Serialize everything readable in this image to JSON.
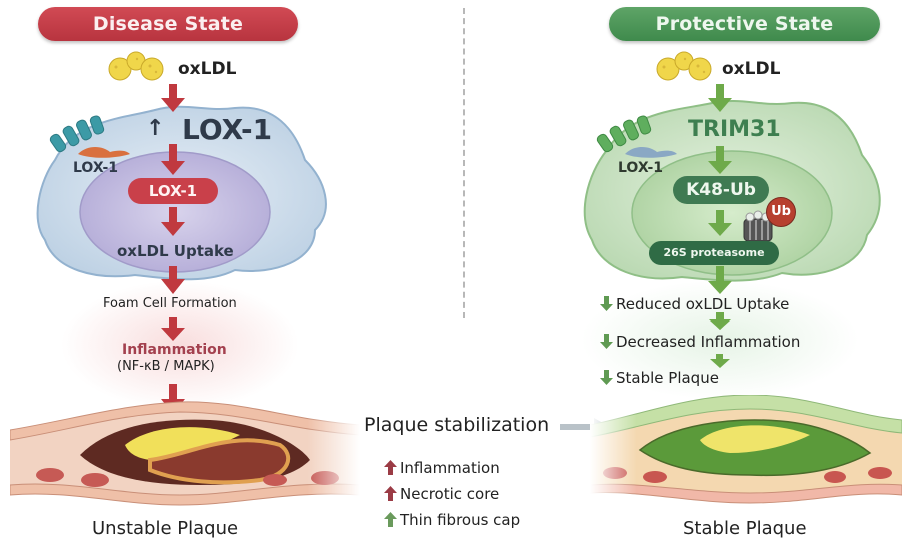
{
  "disease": {
    "header": "Disease State",
    "oxldl": "oxLDL",
    "up_arrow": "↑",
    "lox1_big": "LOX-1",
    "lox1_receptor_label": "LOX-1",
    "lox1_pill": "LOX-1",
    "uptake": "oxLDL Uptake",
    "foam": "Foam Cell Formation",
    "inflammation": "Inflammation",
    "pathways": "(NF-κB / MAPK)",
    "plaque_label": "Unstable Plaque",
    "accent": "#c0393f"
  },
  "protective": {
    "header": "Protective State",
    "oxldl": "oxLDL",
    "trim31": "TRIM31",
    "lox1_receptor_label": "LOX-1",
    "k48": "K48-Ub",
    "ub": "Ub",
    "proteasome": "26S proteasome",
    "outcomes": [
      "Reduced oxLDL Uptake",
      "Decreased Inflammation",
      "Stable Plaque"
    ],
    "plaque_label": "Stable Plaque",
    "accent": "#4c8f4f"
  },
  "middle": {
    "stabilization": "Plaque stabilization",
    "legend": [
      {
        "text": "Inflammation",
        "direction": "up",
        "color": "#9b3b45"
      },
      {
        "text": "Necrotic core",
        "direction": "up",
        "color": "#9b3b45"
      },
      {
        "text": "Thin fibrous cap",
        "direction": "up",
        "color": "#6a9a5c"
      }
    ]
  }
}
